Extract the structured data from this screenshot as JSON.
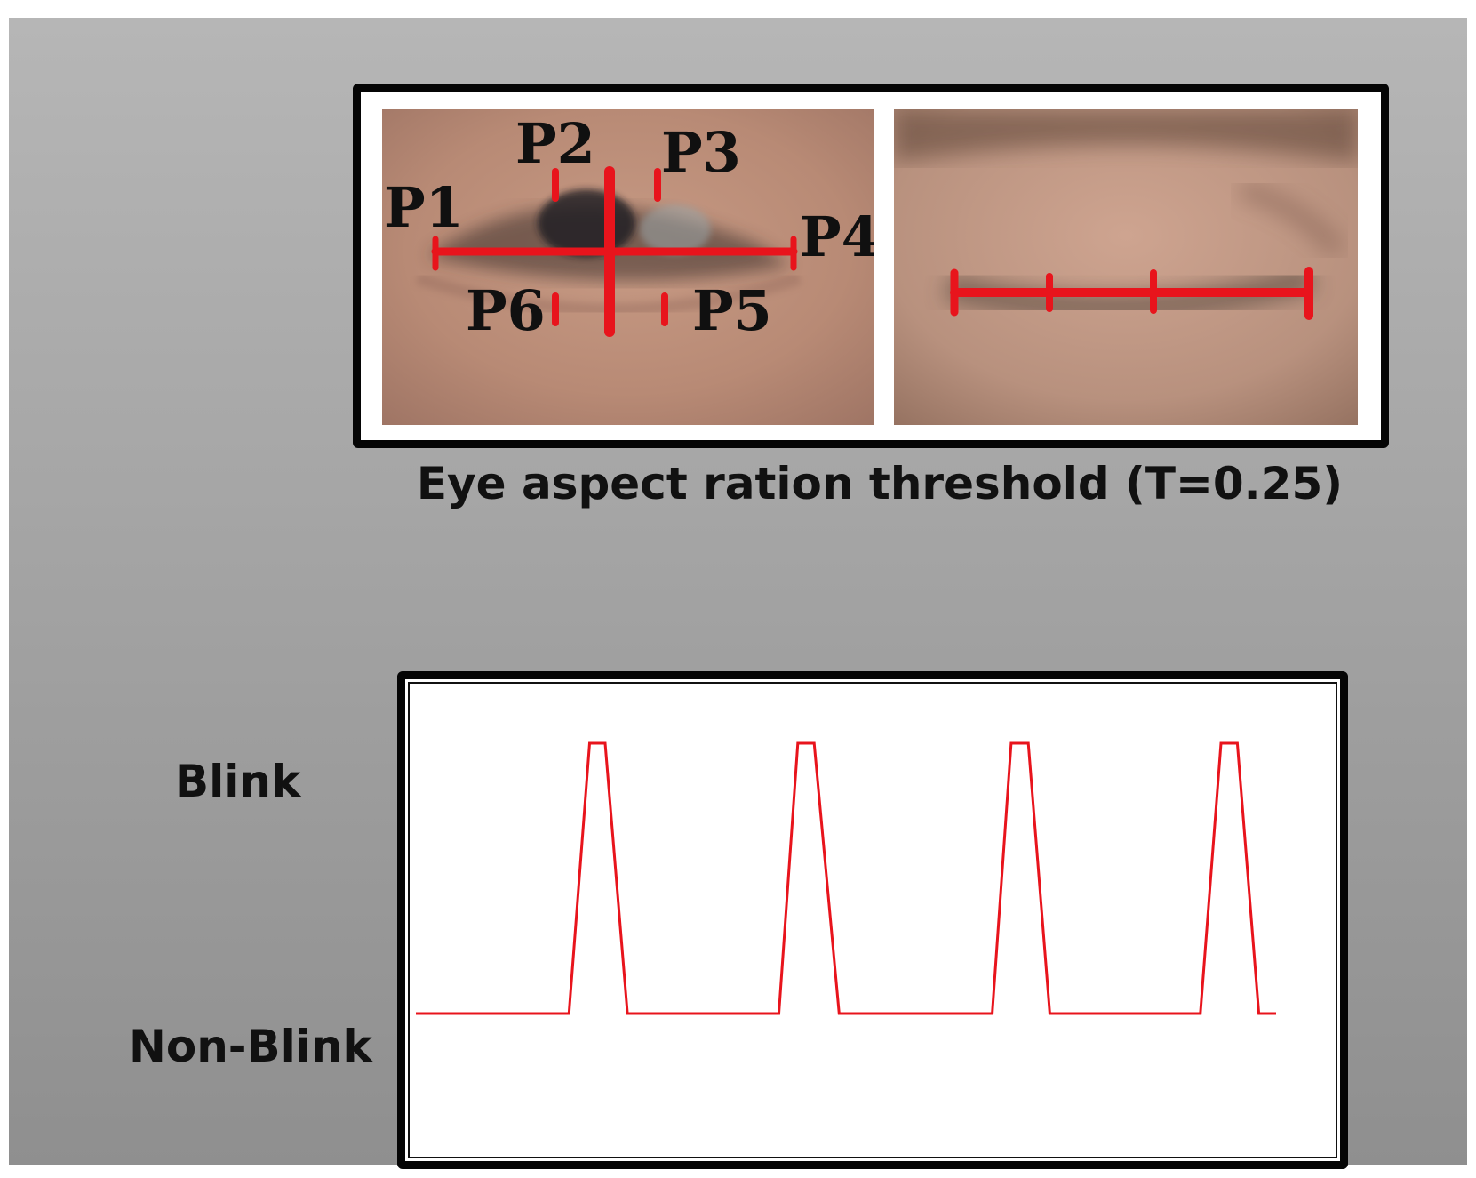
{
  "eye_diagram": {
    "landmarks": [
      "P1",
      "P2",
      "P3",
      "P4",
      "P5",
      "P6"
    ],
    "caption": "Eye aspect ration threshold (T=0.25)"
  },
  "chart": {
    "y_labels": {
      "high": "Blink",
      "low": "Non-Blink"
    },
    "line_color": "#e8141c"
  },
  "chart_data": {
    "type": "line",
    "title": "",
    "xlabel": "",
    "ylabel": "",
    "y_categories": [
      "Non-Blink",
      "Blink"
    ],
    "series": [
      {
        "x": [
          0,
          17.8,
          20.2,
          22.0,
          24.6,
          42.2,
          44.4,
          46.3,
          49.2,
          67.0,
          69.2,
          71.2,
          73.7,
          91.2,
          93.6,
          95.5,
          98.0,
          100
        ],
        "values": [
          0,
          0,
          1,
          1,
          0,
          0,
          1,
          1,
          0,
          0,
          1,
          1,
          0,
          0,
          1,
          1,
          0,
          0
        ]
      }
    ],
    "xlim": [
      0,
      100
    ],
    "ylim": [
      0,
      1
    ],
    "grid": false,
    "legend": "none"
  }
}
